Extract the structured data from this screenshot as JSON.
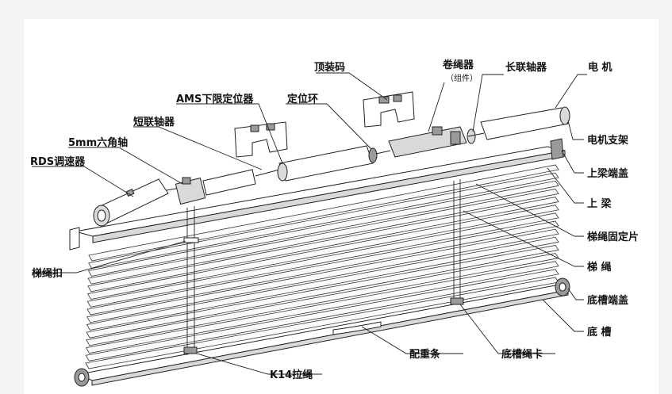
{
  "labels": {
    "motor": "电 机",
    "long_coupler": "长联轴器",
    "rope_winder": "卷绳器",
    "rope_winder_sub": "（组件）",
    "top_mount": "顶装码",
    "positioning_ring": "定位环",
    "ams_limiter": "AMS下限定位器",
    "short_coupler": "短联轴器",
    "hex_shaft": "5mm六角轴",
    "rds_governor": "RDS调速器",
    "motor_bracket": "电机支架",
    "top_beam_cap": "上梁端盖",
    "top_beam": "上 梁",
    "ladder_fixing": "梯绳固定片",
    "ladder_rope": "梯 绳",
    "bottom_rail_cap": "底槽端盖",
    "bottom_rail": "底 槽",
    "bottom_rope_clip": "底槽绳卡",
    "weight_bar": "配重条",
    "pull_cord": "K14拉绳",
    "ladder_buckle": "梯绳扣"
  }
}
